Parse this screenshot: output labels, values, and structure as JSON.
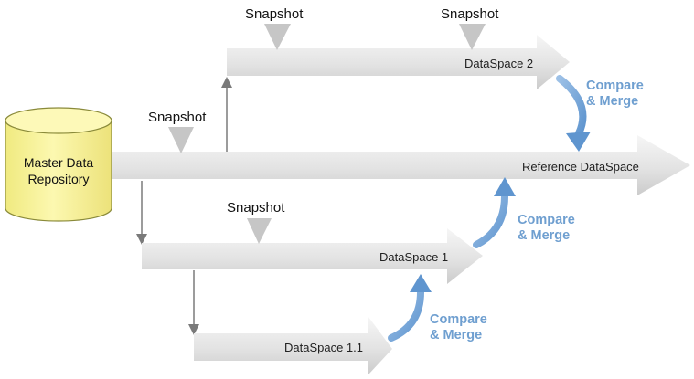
{
  "repository": {
    "line1": "Master Data",
    "line2": "Repository",
    "fill_color": "#faf59a",
    "stroke_color": "#8a8a3a"
  },
  "dataspaces": {
    "reference": "Reference DataSpace",
    "ds2": "DataSpace 2",
    "ds1": "DataSpace 1",
    "ds11": "DataSpace 1.1"
  },
  "snapshots": {
    "ds2_first": "Snapshot",
    "ds2_second": "Snapshot",
    "reference": "Snapshot",
    "ds1": "Snapshot"
  },
  "merges": {
    "ds2_to_reference": {
      "line1": "Compare",
      "line2": "& Merge"
    },
    "ds1_to_reference": {
      "line1": "Compare",
      "line2": "& Merge"
    },
    "ds11_to_ds1": {
      "line1": "Compare",
      "line2": "& Merge"
    }
  },
  "colors": {
    "band_light": "#f4f4f4",
    "band_dark": "#cfcfcf",
    "merge_text": "#6f9fd0",
    "merge_arrow": "#74a6d8",
    "snapshot_marker": "#c6c6c6",
    "connector": "#7a7a7a"
  }
}
